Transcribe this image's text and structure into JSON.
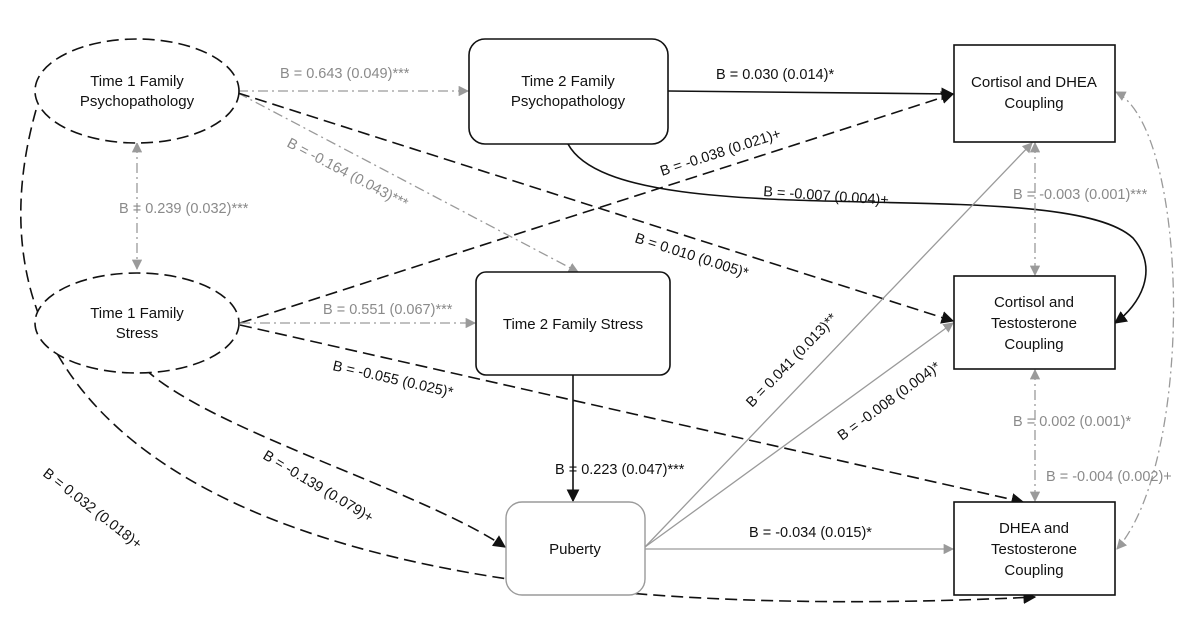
{
  "nodes": {
    "t1_psych": [
      "Time 1 Family",
      "Psychopathology"
    ],
    "t1_stress": [
      "Time 1 Family",
      "Stress"
    ],
    "t2_psych": [
      "Time 2 Family",
      "Psychopathology"
    ],
    "t2_stress": [
      "Time 2 Family Stress"
    ],
    "puberty": [
      "Puberty"
    ],
    "cort_dhea": [
      "Cortisol and DHEA",
      "Coupling"
    ],
    "cort_test": [
      "Cortisol and",
      "Testosterone",
      "Coupling"
    ],
    "dhea_test": [
      "DHEA and",
      "Testosterone",
      "Coupling"
    ]
  },
  "edges": {
    "t1psych_t2psych": "B = 0.643 (0.049)***",
    "t1psych_t1stress": "B = 0.239 (0.032)***",
    "t1psych_t2stress": "B = -0.164 (0.043)***",
    "t1psych_corttest": "B = 0.010 (0.005)*",
    "t1psych_dheatest": "B = 0.032 (0.018)+",
    "t2psych_cortdhea": "B = 0.030 (0.014)*",
    "t2psych_corttest": "B = -0.007 (0.004)+",
    "t1stress_cortdhea": "B = -0.038 (0.021)+",
    "t1stress_t2stress": "B = 0.551 (0.067)***",
    "t1stress_dheatest": "B = -0.055 (0.025)*",
    "t1stress_puberty": "B = -0.139 (0.079)+",
    "t2stress_puberty": "B = 0.223 (0.047)***",
    "puberty_cortdhea": "B = 0.041 (0.013)**",
    "puberty_corttest": "B = -0.008 (0.004)*",
    "puberty_dheatest": "B = -0.034 (0.015)*",
    "cortdhea_corttest": "B = -0.003 (0.001)***",
    "corttest_dheatest": "B = 0.002 (0.001)*",
    "cortdhea_dheatest": "B = -0.004 (0.002)+"
  },
  "colors": {
    "dark": "#111111",
    "grey": "#9a9a9a",
    "grey_text": "#8a8a8a"
  }
}
